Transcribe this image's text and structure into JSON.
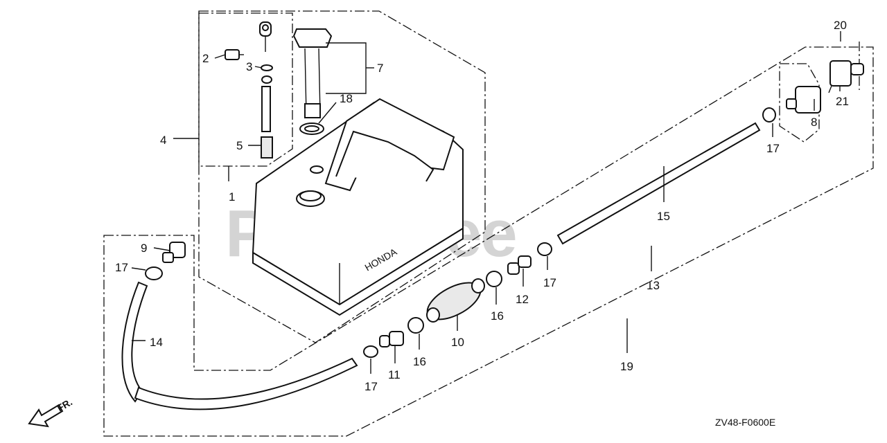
{
  "watermark": "PartsTree",
  "diagram_code": "ZV48-F0600E",
  "direction_label": "FR.",
  "tank_brand": "HONDA",
  "callouts": {
    "c1": "1",
    "c2": "2",
    "c3": "3",
    "c4": "4",
    "c5": "5",
    "c7": "7",
    "c8": "8",
    "c9": "9",
    "c10": "10",
    "c11": "11",
    "c12": "12",
    "c13": "13",
    "c14": "14",
    "c15": "15",
    "c16a": "16",
    "c16b": "16",
    "c17a": "17",
    "c17b": "17",
    "c17c": "17",
    "c17d": "17",
    "c18": "18",
    "c19": "19",
    "c20": "20",
    "c21": "21"
  }
}
